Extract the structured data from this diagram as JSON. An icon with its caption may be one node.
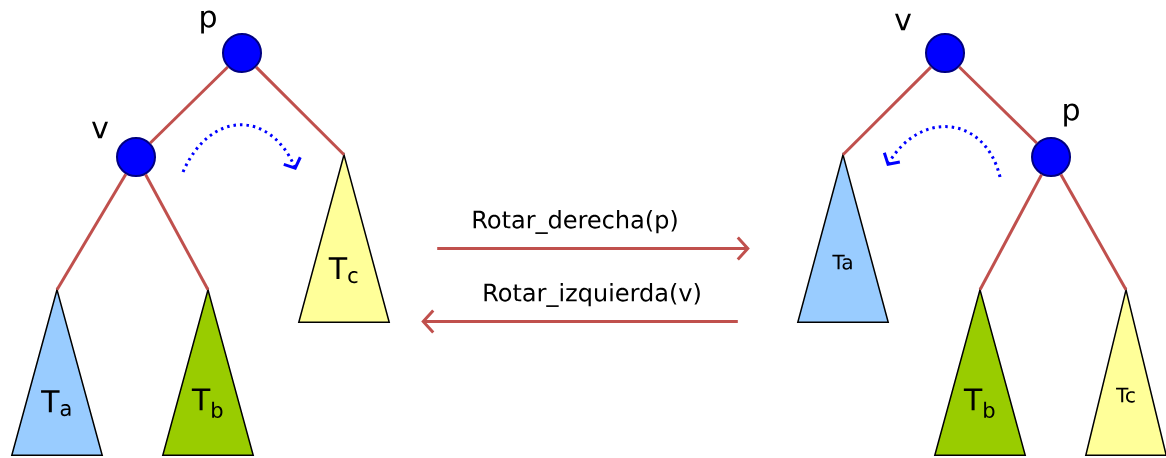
{
  "diagram": {
    "nodes": [
      {
        "text": [],
        "shape": "circle",
        "beside": [
          "p"
        ]
      },
      {
        "text": [],
        "shape": "circle",
        "beside": [
          "v"
        ]
      },
      {
        "text": [
          "T$_{a}$"
        ]
      },
      {
        "text": [
          "T$_{b}$"
        ]
      },
      {
        "text": [
          "T$_{c}$"
        ]
      },
      {
        "text": [],
        "shape": "circle",
        "beside": [
          "v"
        ]
      },
      {
        "text": [],
        "shape": "circle",
        "beside": [
          "p"
        ]
      },
      {
        "text": [
          "Ta"
        ]
      },
      {
        "text": [
          "T$_{b}$"
        ]
      },
      {
        "text": [
          "Tc"
        ]
      }
    ],
    "edges": [
      {
        "from": 0,
        "to": 1,
        "arrow": "none"
      },
      {
        "from": 0,
        "to": 4,
        "arrow": "none"
      },
      {
        "from": 1,
        "to": 2,
        "arrow": "none"
      },
      {
        "from": 1,
        "to": 3,
        "arrow": "none"
      },
      {
        "from": 5,
        "to": 7,
        "arrow": "none"
      },
      {
        "from": 5,
        "to": 6,
        "arrow": "none"
      },
      {
        "from": 6,
        "to": 8,
        "arrow": "none"
      },
      {
        "from": 6,
        "to": 9,
        "arrow": "none"
      },
      {
        "from": 4,
        "to": 7,
        "arrow": "to",
        "label": "Rotar_derecha(p)"
      },
      {
        "from": 7,
        "to": 4,
        "arrow": "to",
        "label": "Rotar_izquierda(v)"
      }
    ]
  }
}
